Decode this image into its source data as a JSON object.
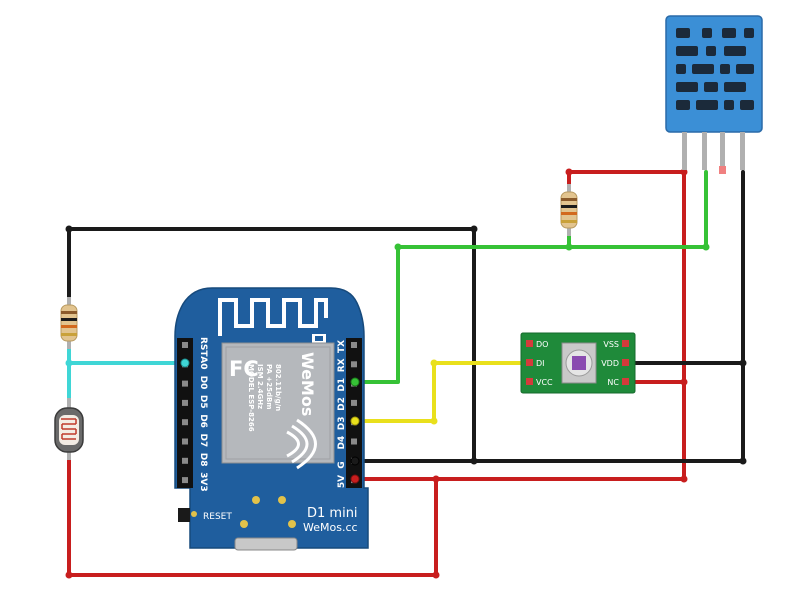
{
  "colors": {
    "board": "#1f5e9e",
    "wire_red": "#c81e1e",
    "wire_black": "#1a1a1a",
    "wire_green": "#36c236",
    "wire_yellow": "#e9e01c",
    "wire_cyan": "#3fd6d6",
    "dht_body": "#3b8fd6",
    "led_pcb": "#1f8a3a"
  },
  "board": {
    "left_pins": [
      "RST",
      "A0",
      "D0",
      "D5",
      "D6",
      "D7",
      "D8",
      "3V3"
    ],
    "right_pins": [
      "TX",
      "RX",
      "D1",
      "D2",
      "D3",
      "D4",
      "G",
      "5V"
    ],
    "module_lines": [
      "MODEL ESP-8266",
      "ISM 2.4GHz",
      "PA +25dBm",
      "802.11b/g/n"
    ],
    "fc_mark": "FC",
    "module_brand": "WeMos",
    "reset_label": "RESET",
    "title": "D1 mini",
    "website": "WeMos.cc"
  },
  "led_module": {
    "left_pins": [
      "DO",
      "DI",
      "VCC"
    ],
    "right_pins": [
      "VSS",
      "VDD",
      "NC"
    ]
  },
  "components": {
    "photoresistor": "photoresistor-icon",
    "resistor": "resistor-icon",
    "dht_sensor": "dht11-sensor-icon"
  }
}
